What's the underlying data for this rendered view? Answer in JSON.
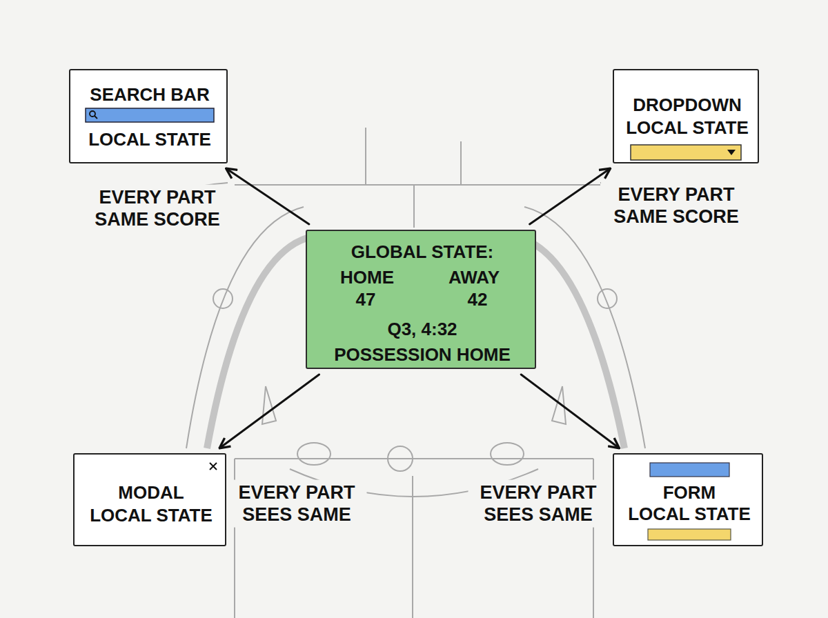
{
  "diagram": {
    "nodes": [
      {
        "text": [
          "SEARCH BAR",
          "LOCAL STATE"
        ]
      },
      {
        "text": [
          "DROPDOWN",
          "LOCAL STATE"
        ]
      },
      {
        "text": [
          "GLOBAL STATE:",
          "HOME",
          "AWAY",
          "47",
          "42",
          "Q3, 4:32",
          "POSSESSION HOME"
        ]
      },
      {
        "text": [
          "MODAL",
          "LOCAL STATE"
        ]
      },
      {
        "text": [
          "FORM",
          "LOCAL STATE"
        ]
      }
    ],
    "edges": [
      {
        "from": 2,
        "to": 0,
        "arrow": "to"
      },
      {
        "from": 2,
        "to": 1,
        "arrow": "to"
      },
      {
        "from": 2,
        "to": 3,
        "arrow": "to"
      },
      {
        "from": 2,
        "to": 4,
        "arrow": "to"
      }
    ],
    "labels": [
      "EVERY PART SAME SCORE",
      "EVERY PART SAME SCORE",
      "EVERY PART SEES SAME",
      "EVERY PART SEES SAME"
    ]
  }
}
